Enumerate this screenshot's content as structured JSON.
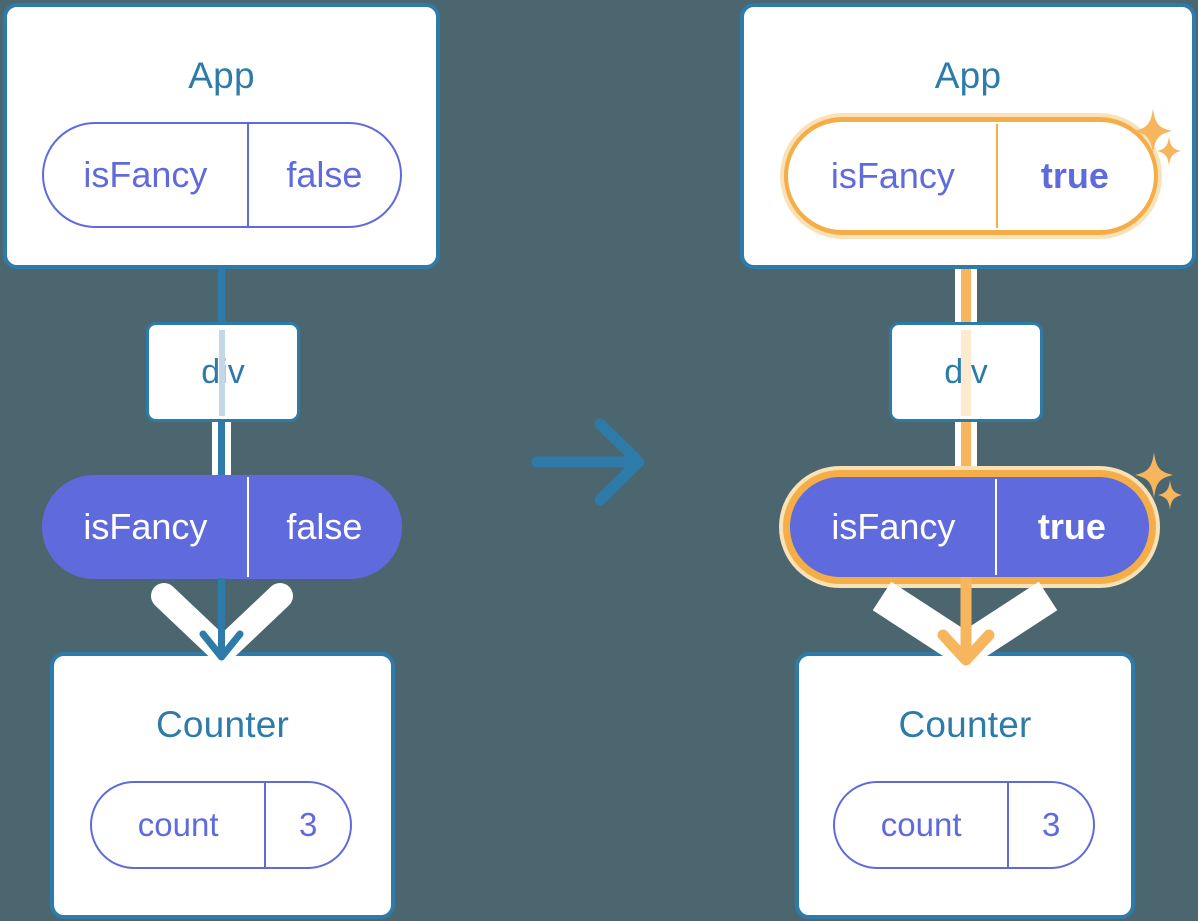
{
  "meta": {
    "background_color": "#4C6670",
    "blue": "#2E7BAA",
    "purple": "#5F6BDC",
    "orange": "#F5AD48",
    "orange_halo": "#FBE1B7",
    "white": "#FFFFFF"
  },
  "before": {
    "app": {
      "title": "App",
      "state": {
        "name": "isFancy",
        "value": "false"
      }
    },
    "dom_node": {
      "label": "div"
    },
    "prop_pill": {
      "name": "isFancy",
      "value": "false"
    },
    "counter": {
      "title": "Counter",
      "state": {
        "name": "count",
        "value": "3"
      }
    }
  },
  "transition": {
    "icon": "arrow-right-icon"
  },
  "after": {
    "app": {
      "title": "App",
      "state": {
        "name": "isFancy",
        "value": "true",
        "highlighted": true
      }
    },
    "dom_node": {
      "label": "div"
    },
    "prop_pill": {
      "name": "isFancy",
      "value": "true",
      "highlighted": true
    },
    "counter": {
      "title": "Counter",
      "state": {
        "name": "count",
        "value": "3"
      }
    },
    "sparkles": [
      "sparkle-large",
      "sparkle-small"
    ]
  }
}
